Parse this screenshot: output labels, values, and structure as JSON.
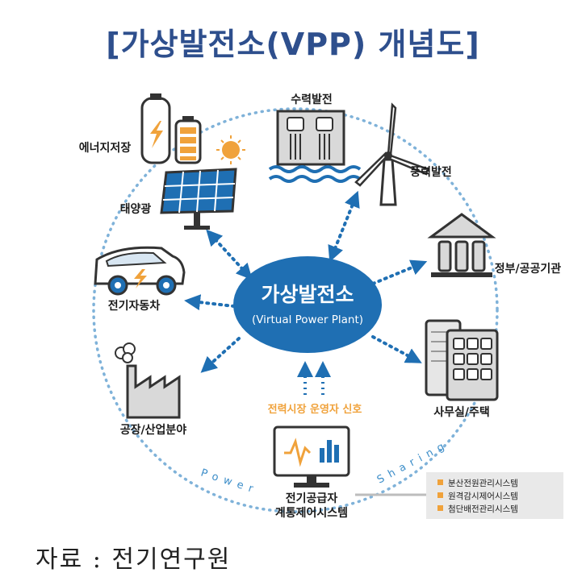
{
  "title": "[가상발전소(VPP) 개념도]",
  "center": {
    "title": "가상발전소",
    "subtitle": "(Virtual Power Plant)"
  },
  "nodes": {
    "energy_storage": "에너지저장",
    "solar": "태양광",
    "electric_vehicle": "전기자동차",
    "factory": "공장/산업분야",
    "hydro": "수력발전",
    "wind": "풍력발전",
    "government": "정부/공공기관",
    "office_home": "사무실/주택",
    "grid_control": [
      "전기공급자",
      "계통제어시스템"
    ]
  },
  "market_signal": "전력시장 운영자 신호",
  "arc_words": {
    "left": "Power",
    "right": "Sharing"
  },
  "legend_items": [
    "분산전원관리시스템",
    "원격감시제어시스템",
    "첨단배전관리시스템"
  ],
  "source": "자료 : 전기연구원",
  "colors": {
    "primary": "#1f6fb3",
    "title": "#2e4f8d",
    "accent": "#f0a23b",
    "dots": "#4a8fc9"
  }
}
